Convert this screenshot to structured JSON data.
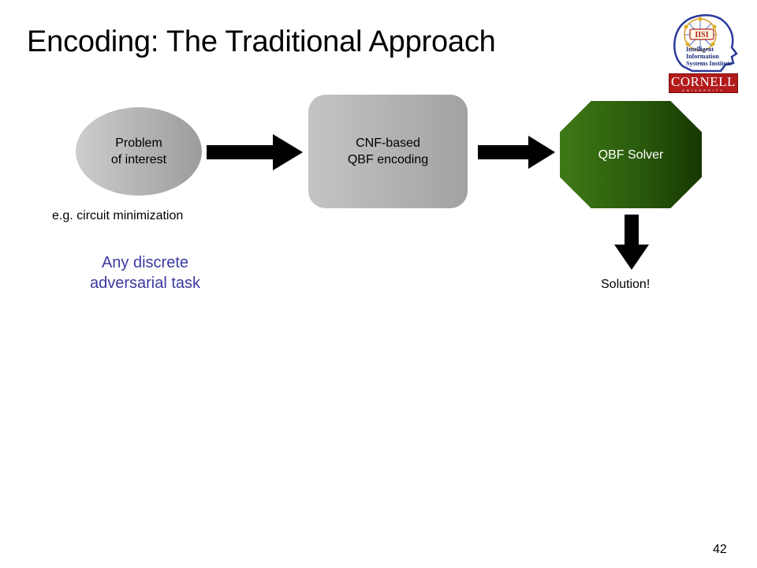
{
  "slide": {
    "title": "Encoding: The Traditional Approach",
    "page_number": "42"
  },
  "logos": {
    "isi_text": "Intelligent Information Systems Institute",
    "isi_badge": "IISI",
    "cornell_main": "CORNELL",
    "cornell_sub": "UNIVERSITY"
  },
  "diagram": {
    "problem": {
      "line1": "Problem",
      "line2": "of interest"
    },
    "encoding": {
      "line1": "CNF-based",
      "line2": "QBF encoding"
    },
    "solver": {
      "label": "QBF Solver"
    },
    "example_caption": "e.g. circuit minimization",
    "generalization_caption": {
      "line1": "Any discrete",
      "line2": "adversarial task"
    },
    "output": "Solution!"
  },
  "colors": {
    "solver_green": "#2a5a0c",
    "caption_blue": "#3a3aa0",
    "cornell_red": "#b31b1b",
    "arrow": "#000000"
  }
}
